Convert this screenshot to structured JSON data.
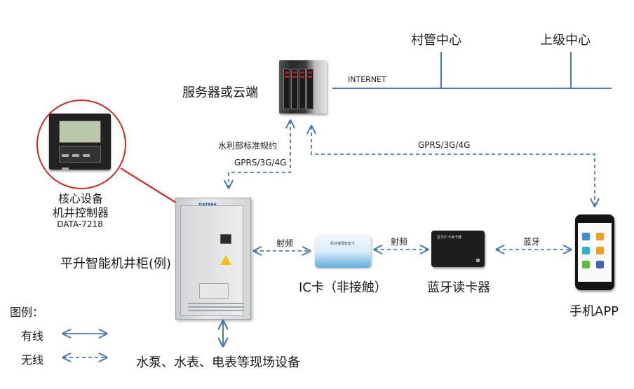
{
  "labels": {
    "village_center": "村管中心",
    "upper_center": "上级中心",
    "internet": "INTERNET",
    "server": "服务器或云端",
    "protocol": "水利部标准规约",
    "gprs_left": "GPRS/3G/4G",
    "gprs_right": "GPRS/3G/4G",
    "core_device": "核心设备",
    "well_controller": "机井控制器",
    "model": "DATA-7218",
    "cabinet": "平升智能机井柜(例)",
    "rf_1": "射频",
    "rf_2": "射频",
    "bluetooth": "蓝牙",
    "ic_card": "IC卡（非接触）",
    "bt_reader": "蓝牙读卡器",
    "mobile_app": "手机APP",
    "field_devices": "水泵、水表、电表等现场设备",
    "legend_title": "图例：",
    "legend_wired": "有线",
    "legend_wireless": "无线"
  },
  "device_text": {
    "cabinet_brand": "DATA86",
    "ic_card_title": "机井灌溉智能卡",
    "reader_title": "蓝牙IC卡读卡器"
  },
  "colors": {
    "line": "#4a7ab8",
    "highlight": "#d22222"
  }
}
